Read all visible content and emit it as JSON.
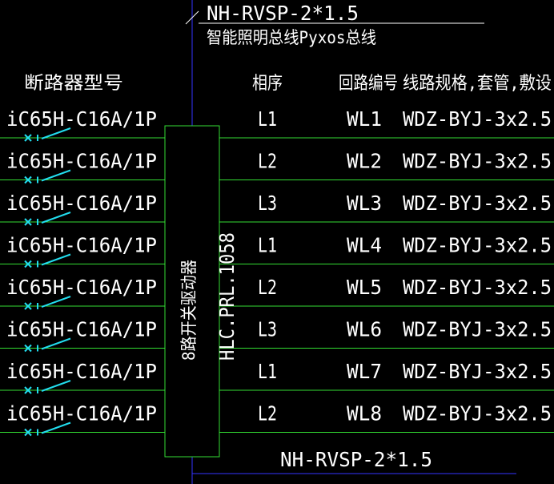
{
  "top_cable": {
    "spec": "NH-RVSP-2*1.5",
    "desc": "智能照明总线Pyxos总线"
  },
  "bottom_cable": {
    "spec": "NH-RVSP-2*1.5"
  },
  "headers": {
    "breaker": "断路器型号",
    "phase": "相序",
    "circuit": "回路编号",
    "line": "线路规格,套管,敷设"
  },
  "driver": {
    "label_cn": "8路开关驱动器",
    "label_model": "HLC.PRL.1058"
  },
  "rows": [
    {
      "breaker": "iC65H-C16A/1P",
      "phase": "L1",
      "circuit": "WL1",
      "line": "WDZ-BYJ-3x2.5"
    },
    {
      "breaker": "iC65H-C16A/1P",
      "phase": "L2",
      "circuit": "WL2",
      "line": "WDZ-BYJ-3x2.5"
    },
    {
      "breaker": "iC65H-C16A/1P",
      "phase": "L3",
      "circuit": "WL3",
      "line": "WDZ-BYJ-3x2.5"
    },
    {
      "breaker": "iC65H-C16A/1P",
      "phase": "L1",
      "circuit": "WL4",
      "line": "WDZ-BYJ-3x2.5"
    },
    {
      "breaker": "iC65H-C16A/1P",
      "phase": "L2",
      "circuit": "WL5",
      "line": "WDZ-BYJ-3x2.5"
    },
    {
      "breaker": "iC65H-C16A/1P",
      "phase": "L3",
      "circuit": "WL6",
      "line": "WDZ-BYJ-3x2.5"
    },
    {
      "breaker": "iC65H-C16A/1P",
      "phase": "L1",
      "circuit": "WL7",
      "line": "WDZ-BYJ-3x2.5"
    },
    {
      "breaker": "iC65H-C16A/1P",
      "phase": "L2",
      "circuit": "WL8",
      "line": "WDZ-BYJ-3x2.5"
    }
  ],
  "colors": {
    "background": "#000000",
    "text": "#ffffff",
    "circuit_line": "#33dd33",
    "bus_line": "#3333ff",
    "breaker_symbol": "#22ddee"
  }
}
